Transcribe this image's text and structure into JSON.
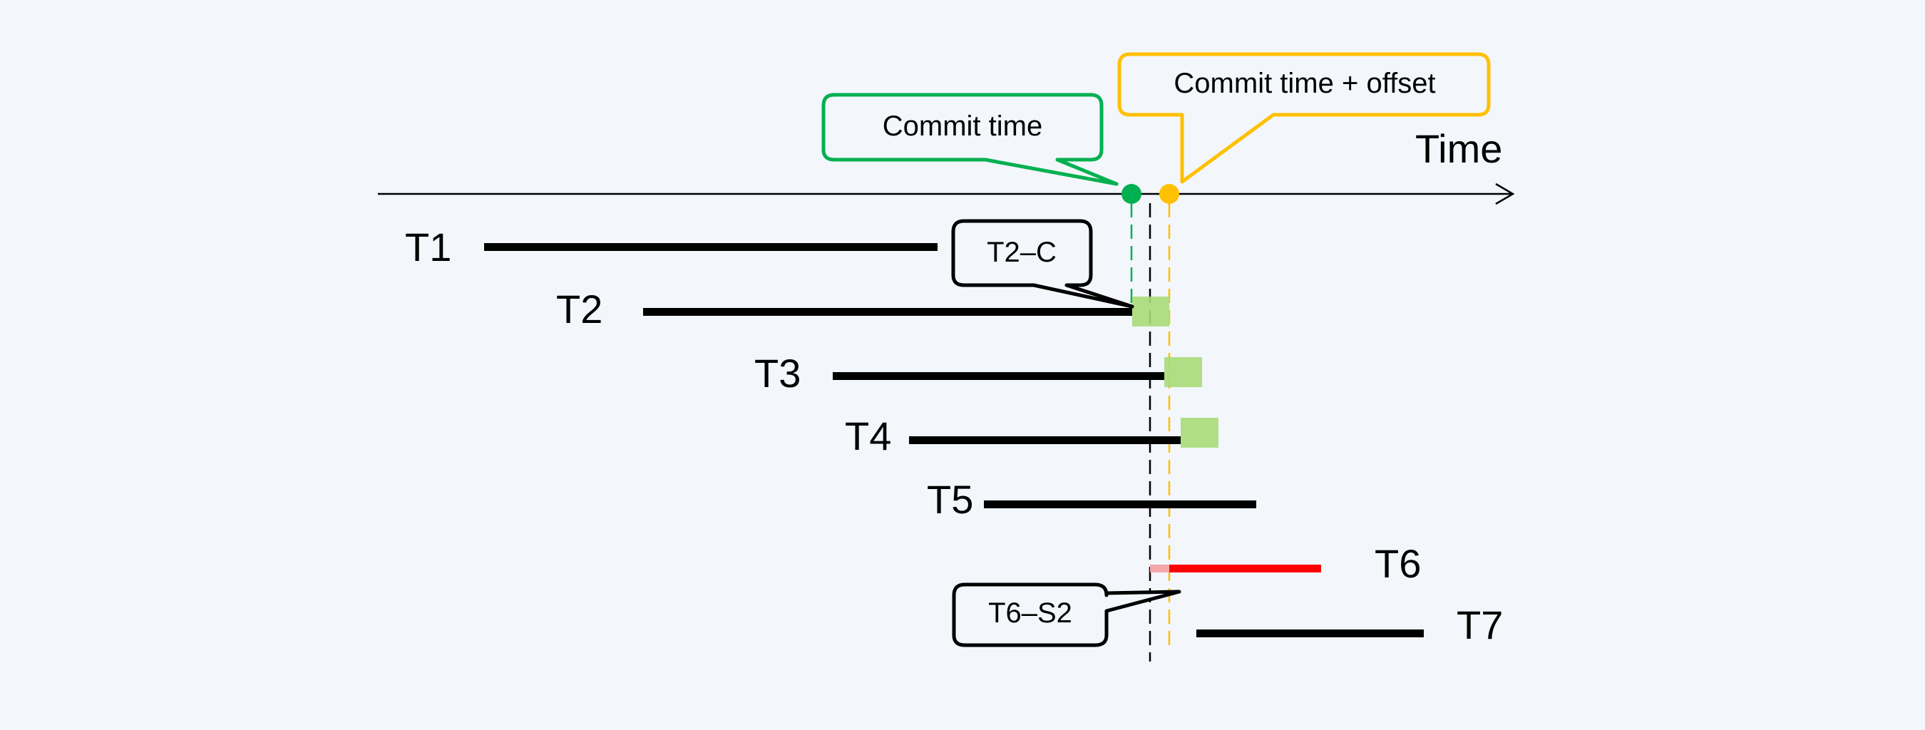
{
  "diagram": {
    "axis_label": "Time",
    "callouts": {
      "commit_time": "Commit time",
      "commit_time_offset": "Commit time + offset",
      "t2_c": "T2–C",
      "t6_s2": "T6–S2"
    },
    "transactions": [
      {
        "label": "T1",
        "status": "ended-before-commit"
      },
      {
        "label": "T2",
        "status": "committing"
      },
      {
        "label": "T3",
        "status": "committing"
      },
      {
        "label": "T4",
        "status": "committing"
      },
      {
        "label": "T5",
        "status": "spanning"
      },
      {
        "label": "T6",
        "status": "conflict"
      },
      {
        "label": "T7",
        "status": "after-offset"
      }
    ],
    "colors": {
      "background": "#f3f6fb",
      "commit_green": "#00b050",
      "offset_yellow": "#ffc000",
      "commit_block": "#a9db78",
      "conflict_red": "#ff0000",
      "conflict_pink": "#f4a6ab",
      "line": "#000000"
    }
  }
}
